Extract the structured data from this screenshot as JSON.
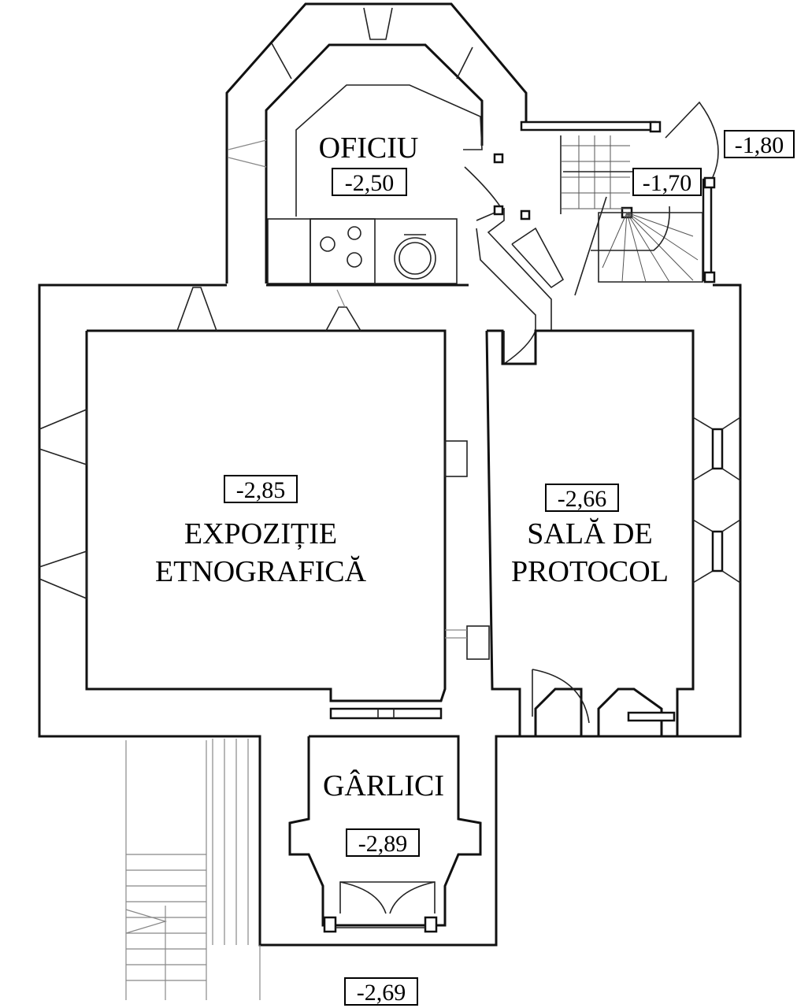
{
  "rooms": {
    "oficiu": {
      "name": "OFICIU",
      "level": "-2,50"
    },
    "expozitie": {
      "name_line1": "EXPOZIȚIE",
      "name_line2": "ETNOGRAFICĂ",
      "level": "-2,85"
    },
    "sala": {
      "name_line1": "SALĂ DE",
      "name_line2": "PROTOCOL",
      "level": "-2,66"
    },
    "garlici": {
      "name": "GÂRLICI",
      "level": "-2,89"
    }
  },
  "levels": {
    "entrance_top": "-1,80",
    "stair_landing": "-1,70",
    "exterior_bottom": "-2,69"
  }
}
